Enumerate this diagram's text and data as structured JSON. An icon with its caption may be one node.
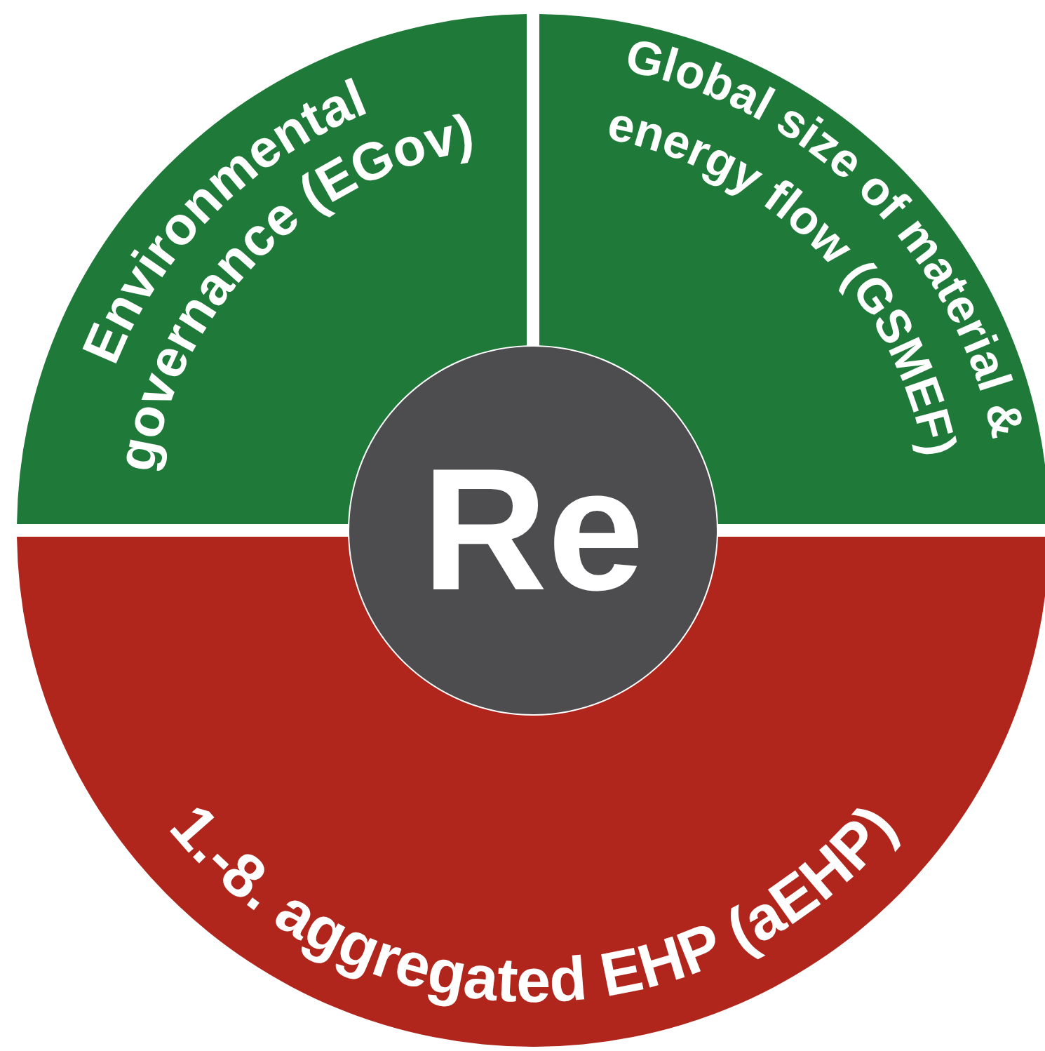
{
  "diagram": {
    "nodes": [
      {
        "text": [
          "Environmental governance (EGov)"
        ]
      },
      {
        "text": [
          "Global size of material & energy flow (GSMEF)"
        ]
      },
      {
        "text": [
          "Re"
        ]
      },
      {
        "text": [
          "1.-8. aggregated EHP (aEHP)"
        ]
      }
    ]
  }
}
